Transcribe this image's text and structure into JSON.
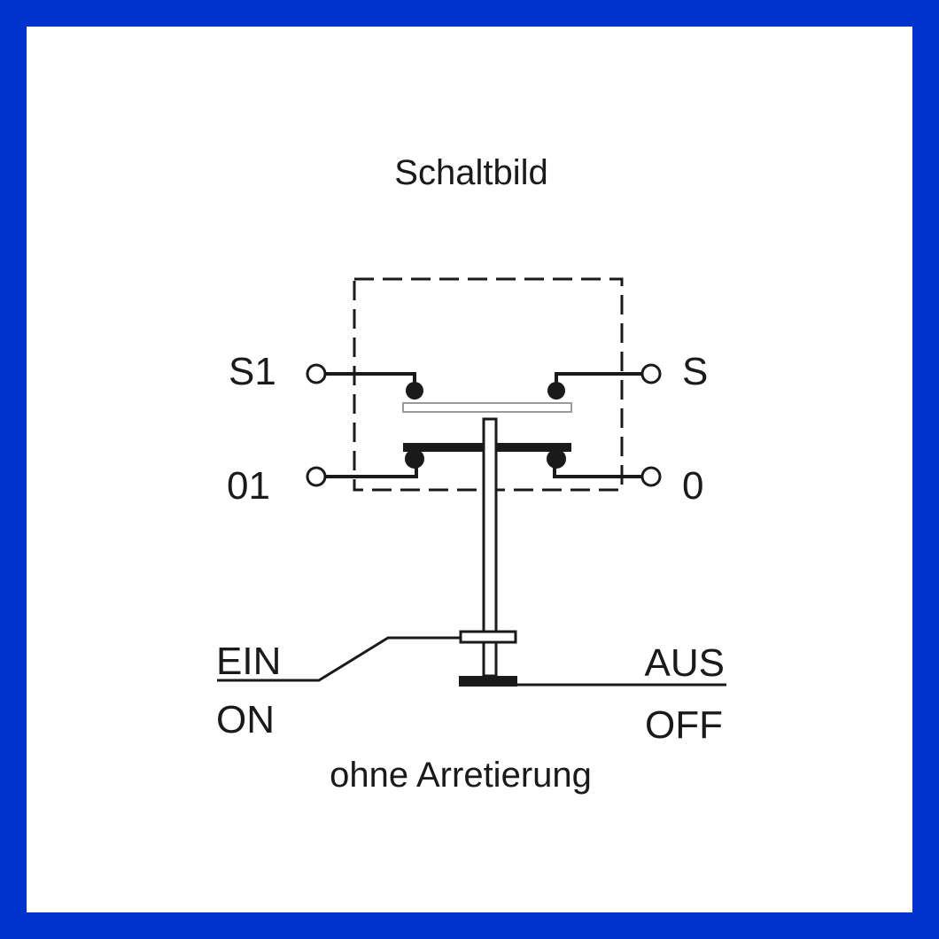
{
  "title": "Schaltbild",
  "terminals": {
    "top_left": "S1",
    "top_right": "S",
    "bottom_left": "01",
    "bottom_right": "0"
  },
  "states": {
    "on_de": "EIN",
    "on_en": "ON",
    "off_de": "AUS",
    "off_en": "OFF"
  },
  "caption": "ohne Arretierung",
  "colors": {
    "border": "#0033cc",
    "background": "#ffffff",
    "ink": "#1a1a1a"
  }
}
